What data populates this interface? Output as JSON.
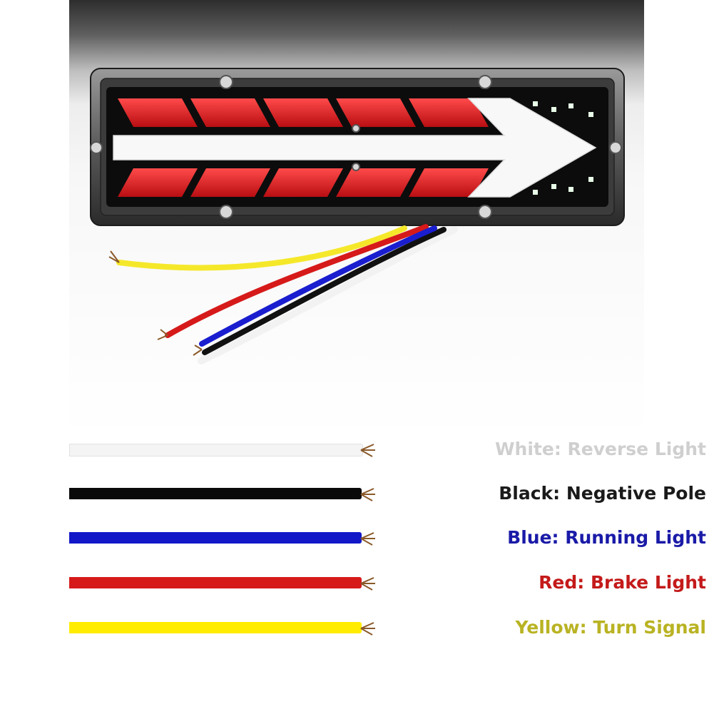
{
  "legend": [
    {
      "label": "White: Reverse Light",
      "wire_color": "#f4f4f4",
      "text_color": "#cfcfcf"
    },
    {
      "label": "Black: Negative Pole",
      "wire_color": "#0a0a0a",
      "text_color": "#1a1a1a"
    },
    {
      "label": "Blue: Running Light",
      "wire_color": "#1218c8",
      "text_color": "#1a1aa8"
    },
    {
      "label": "Red: Brake Light",
      "wire_color": "#d61a1a",
      "text_color": "#c41a1a"
    },
    {
      "label": "Yellow: Turn Signal",
      "wire_color": "#ffec00",
      "text_color": "#b9b323"
    }
  ]
}
